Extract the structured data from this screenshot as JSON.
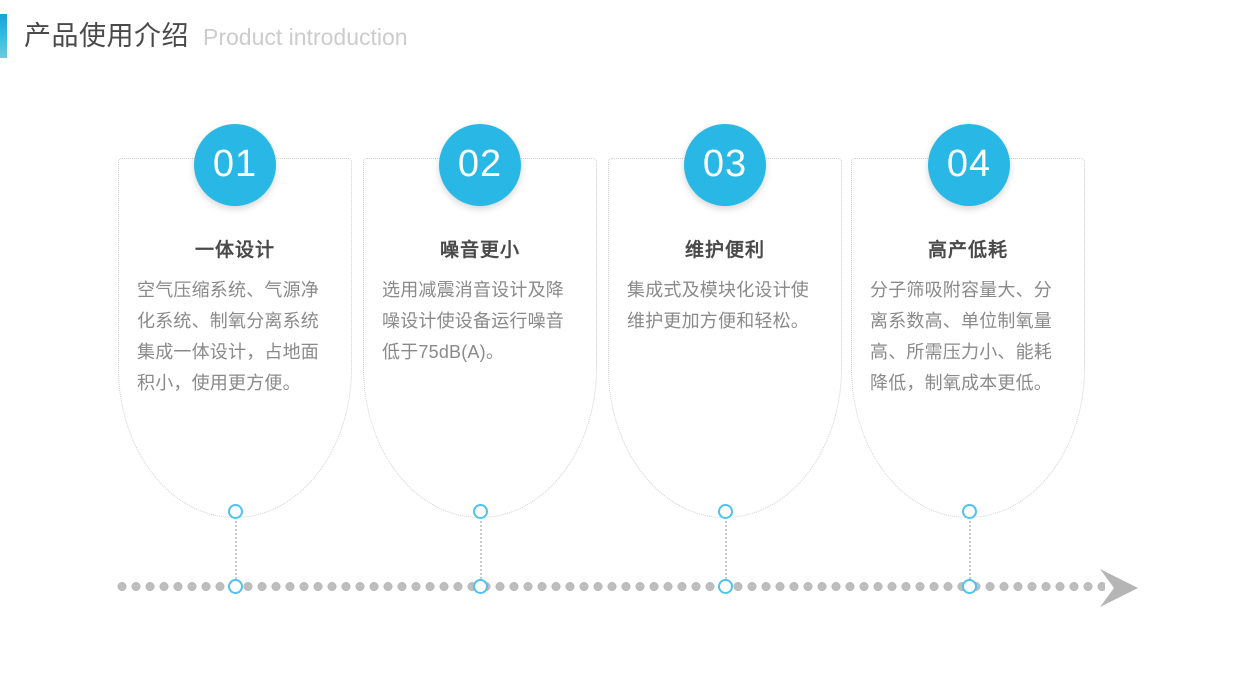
{
  "header": {
    "title": "产品使用介绍",
    "subtitle": "Product introduction",
    "accent_color": "#29b8e5"
  },
  "theme": {
    "accent": "#29b8e5",
    "node_stroke": "#4dc3ef",
    "dotted_border": "#cfcfcf",
    "body_text": "#8a8a8a",
    "title_text": "#4a4a4a",
    "subtitle_text": "#cccccc",
    "timeline_dot": "#bdbdbd",
    "arrow": "#b5b5b5"
  },
  "cards": [
    {
      "number": "01",
      "title": "一体设计",
      "body": "空气压缩系统、气源净化系统、制氧分离系统集成一体设计，占地面积小，使用更方便。"
    },
    {
      "number": "02",
      "title": "噪音更小",
      "body": "选用减震消音设计及降噪设计使设备运行噪音低于75dB(A)。"
    },
    {
      "number": "03",
      "title": "维护便利",
      "body": "集成式及模块化设计使维护更加方便和轻松。"
    },
    {
      "number": "04",
      "title": "高产低耗",
      "body": "分子筛吸附容量大、分离系数高、单位制氧量高、所需压力小、能耗降低，制氧成本更低。"
    }
  ],
  "timeline": {
    "arrow_icon": "arrow-right-icon",
    "node_count": 4
  }
}
